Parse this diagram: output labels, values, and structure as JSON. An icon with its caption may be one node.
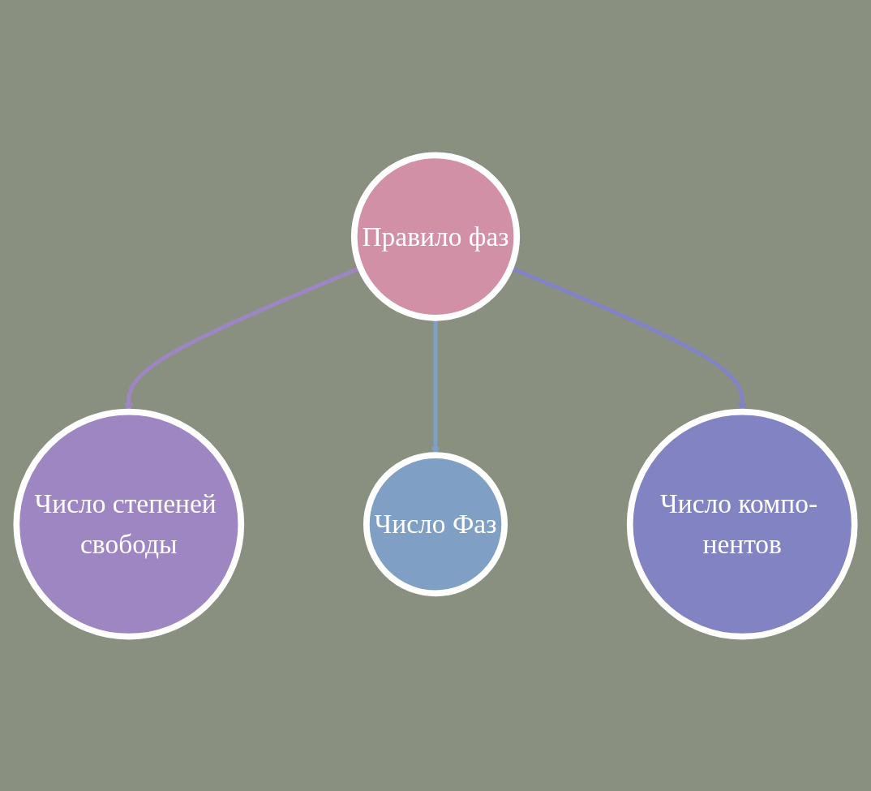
{
  "diagram": {
    "nodes": [
      {
        "text": [
          "Число степеней свободы"
        ]
      },
      {
        "text": [
          "Правило фаз"
        ]
      },
      {
        "text": [
          "Число Фаз"
        ]
      },
      {
        "text": [
          "Число компо- нентов"
        ]
      }
    ],
    "edges": [
      {
        "from": 1,
        "to": 0,
        "arrow": "to",
        "color": "#9e86c2"
      },
      {
        "from": 1,
        "to": 2,
        "arrow": "to",
        "color": "#7f9fc4"
      },
      {
        "from": 1,
        "to": 3,
        "arrow": "to",
        "color": "#8283c2"
      }
    ]
  }
}
